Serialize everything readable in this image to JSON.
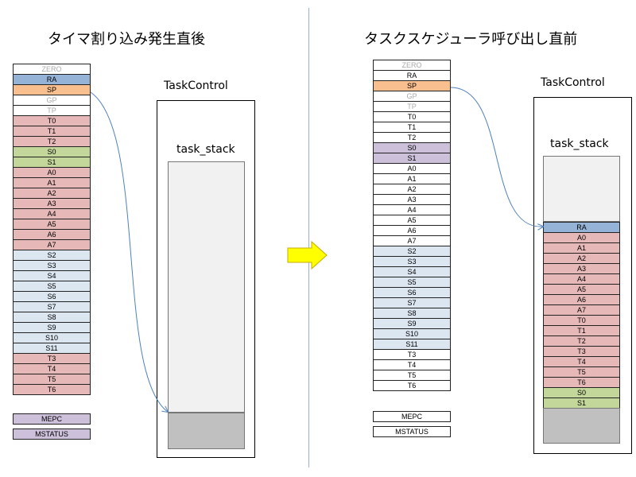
{
  "colors": {
    "white": "#ffffff",
    "blue": "#95b3d7",
    "orange": "#fabf8f",
    "pink": "#e6b9b8",
    "green": "#c4d79b",
    "lightblue": "#dce6f1",
    "lavender": "#ccc0da"
  },
  "left": {
    "title": "タイマ割り込み発生直後",
    "registers": [
      {
        "label": "ZERO",
        "color": "white",
        "dim": true
      },
      {
        "label": "RA",
        "color": "blue"
      },
      {
        "label": "SP",
        "color": "orange"
      },
      {
        "label": "GP",
        "color": "white",
        "dim": true
      },
      {
        "label": "TP",
        "color": "white",
        "dim": true
      },
      {
        "label": "T0",
        "color": "pink"
      },
      {
        "label": "T1",
        "color": "pink"
      },
      {
        "label": "T2",
        "color": "pink"
      },
      {
        "label": "S0",
        "color": "green"
      },
      {
        "label": "S1",
        "color": "green"
      },
      {
        "label": "A0",
        "color": "pink"
      },
      {
        "label": "A1",
        "color": "pink"
      },
      {
        "label": "A2",
        "color": "pink"
      },
      {
        "label": "A3",
        "color": "pink"
      },
      {
        "label": "A4",
        "color": "pink"
      },
      {
        "label": "A5",
        "color": "pink"
      },
      {
        "label": "A6",
        "color": "pink"
      },
      {
        "label": "A7",
        "color": "pink"
      },
      {
        "label": "S2",
        "color": "lightblue"
      },
      {
        "label": "S3",
        "color": "lightblue"
      },
      {
        "label": "S4",
        "color": "lightblue"
      },
      {
        "label": "S5",
        "color": "lightblue"
      },
      {
        "label": "S6",
        "color": "lightblue"
      },
      {
        "label": "S7",
        "color": "lightblue"
      },
      {
        "label": "S8",
        "color": "lightblue"
      },
      {
        "label": "S9",
        "color": "lightblue"
      },
      {
        "label": "S10",
        "color": "lightblue"
      },
      {
        "label": "S11",
        "color": "lightblue"
      },
      {
        "label": "T3",
        "color": "pink"
      },
      {
        "label": "T4",
        "color": "pink"
      },
      {
        "label": "T5",
        "color": "pink"
      },
      {
        "label": "T6",
        "color": "pink"
      }
    ],
    "csr": [
      {
        "label": "MEPC",
        "color": "lavender"
      },
      {
        "label": "MSTATUS",
        "color": "lavender"
      }
    ],
    "task_control_label": "TaskControl",
    "task_stack_label": "task_stack"
  },
  "right": {
    "title": "タスクスケジューラ呼び出し直前",
    "registers": [
      {
        "label": "ZERO",
        "color": "white",
        "dim": true
      },
      {
        "label": "RA",
        "color": "white"
      },
      {
        "label": "SP",
        "color": "orange"
      },
      {
        "label": "GP",
        "color": "white",
        "dim": true
      },
      {
        "label": "TP",
        "color": "white",
        "dim": true
      },
      {
        "label": "T0",
        "color": "white"
      },
      {
        "label": "T1",
        "color": "white"
      },
      {
        "label": "T2",
        "color": "white"
      },
      {
        "label": "S0",
        "color": "lavender"
      },
      {
        "label": "S1",
        "color": "lavender"
      },
      {
        "label": "A0",
        "color": "white"
      },
      {
        "label": "A1",
        "color": "white"
      },
      {
        "label": "A2",
        "color": "white"
      },
      {
        "label": "A3",
        "color": "white"
      },
      {
        "label": "A4",
        "color": "white"
      },
      {
        "label": "A5",
        "color": "white"
      },
      {
        "label": "A6",
        "color": "white"
      },
      {
        "label": "A7",
        "color": "white"
      },
      {
        "label": "S2",
        "color": "lightblue"
      },
      {
        "label": "S3",
        "color": "lightblue"
      },
      {
        "label": "S4",
        "color": "lightblue"
      },
      {
        "label": "S5",
        "color": "lightblue"
      },
      {
        "label": "S6",
        "color": "lightblue"
      },
      {
        "label": "S7",
        "color": "lightblue"
      },
      {
        "label": "S8",
        "color": "lightblue"
      },
      {
        "label": "S9",
        "color": "lightblue"
      },
      {
        "label": "S10",
        "color": "lightblue"
      },
      {
        "label": "S11",
        "color": "lightblue"
      },
      {
        "label": "T3",
        "color": "white"
      },
      {
        "label": "T4",
        "color": "white"
      },
      {
        "label": "T5",
        "color": "white"
      },
      {
        "label": "T6",
        "color": "white"
      }
    ],
    "csr": [
      {
        "label": "MEPC",
        "color": "white"
      },
      {
        "label": "MSTATUS",
        "color": "white"
      }
    ],
    "task_control_label": "TaskControl",
    "task_stack_label": "task_stack",
    "saved_stack": [
      {
        "label": "RA",
        "color": "blue"
      },
      {
        "label": "A0",
        "color": "pink"
      },
      {
        "label": "A1",
        "color": "pink"
      },
      {
        "label": "A2",
        "color": "pink"
      },
      {
        "label": "A3",
        "color": "pink"
      },
      {
        "label": "A4",
        "color": "pink"
      },
      {
        "label": "A5",
        "color": "pink"
      },
      {
        "label": "A6",
        "color": "pink"
      },
      {
        "label": "A7",
        "color": "pink"
      },
      {
        "label": "T0",
        "color": "pink"
      },
      {
        "label": "T1",
        "color": "pink"
      },
      {
        "label": "T2",
        "color": "pink"
      },
      {
        "label": "T3",
        "color": "pink"
      },
      {
        "label": "T4",
        "color": "pink"
      },
      {
        "label": "T5",
        "color": "pink"
      },
      {
        "label": "T6",
        "color": "pink"
      },
      {
        "label": "S0",
        "color": "green"
      },
      {
        "label": "S1",
        "color": "green"
      }
    ]
  },
  "transition_arrow_color": "#ffff00",
  "pointer_line_color": "#4f81bd"
}
